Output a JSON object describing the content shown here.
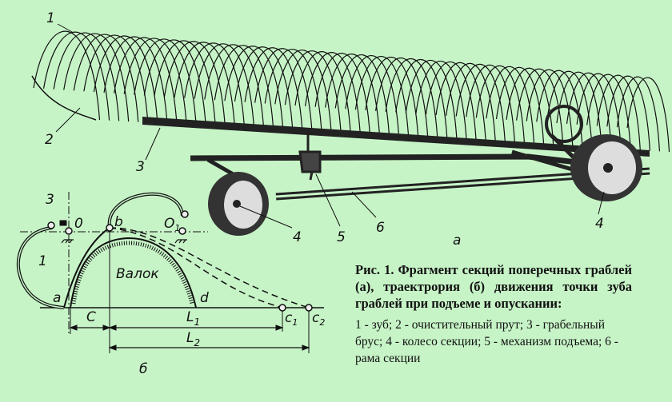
{
  "figure": {
    "top_labels": {
      "n1": "1",
      "n2": "2",
      "n3": "3",
      "n4a": "4",
      "n5": "5",
      "n6": "6",
      "n4b": "4",
      "part": "а"
    },
    "bottom_labels": {
      "n3": "3",
      "O": "0",
      "b": "b",
      "O1": "O",
      "O1sub": "1",
      "n1": "1",
      "valok": "Валок",
      "a": "a",
      "d": "d",
      "c1": "c",
      "c1sub": "1",
      "c2": "c",
      "c2sub": "2",
      "C": "C",
      "L1": "L",
      "L1sub": "1",
      "L2": "L",
      "L2sub": "2",
      "part": "б"
    }
  },
  "caption": {
    "title": "Рис. 1. Фрагмент секций поперечных граблей (а), траектрория (б) движения точки зуба граблей при подъеме и опускании:",
    "legend": "1 - зуб;   2 - очистительный прут;   3 - грабельный брус;   4 - колесо секции;  5 - механизм подъема;   6 - рама секции"
  },
  "colors": {
    "background": "#c7f4c7",
    "ink": "#111111"
  }
}
